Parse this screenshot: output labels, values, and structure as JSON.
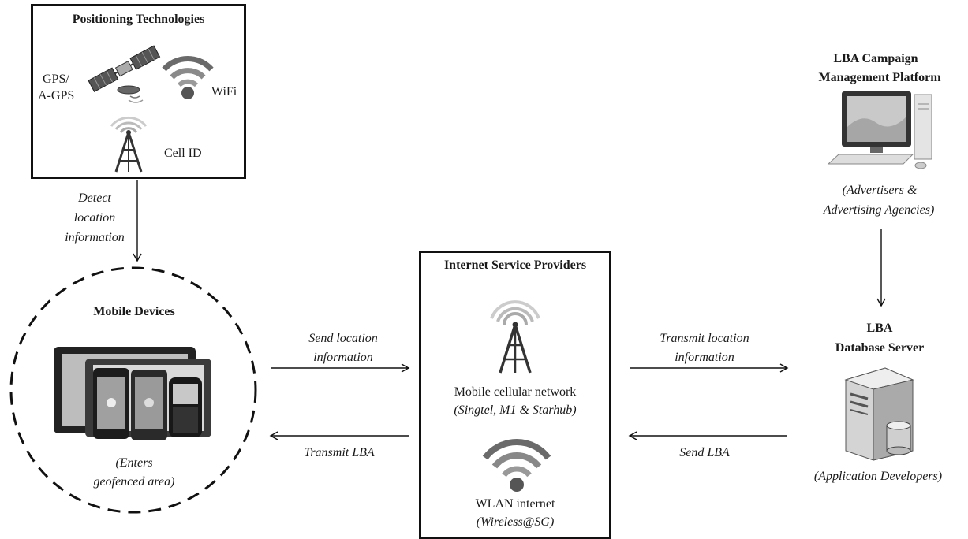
{
  "positioning": {
    "title": "Positioning Technologies",
    "gps_line1": "GPS/",
    "gps_line2": "A-GPS",
    "wifi": "WiFi",
    "cell_id": "Cell ID"
  },
  "detect": {
    "line1": "Detect",
    "line2": "location",
    "line3": "information"
  },
  "mobile": {
    "title": "Mobile Devices",
    "caption1": "(Enters",
    "caption2": "geofenced area)"
  },
  "send_location": {
    "line1": "Send location",
    "line2": "information"
  },
  "transmit_lba": "Transmit LBA",
  "isp": {
    "title": "Internet Service Providers",
    "cellular": "Mobile cellular network",
    "cellular_providers": "(Singtel, M1 & Starhub)",
    "wlan": "WLAN internet",
    "wlan_provider": "(Wireless@SG)"
  },
  "transmit_location": {
    "line1": "Transmit location",
    "line2": "information"
  },
  "send_lba": "Send LBA",
  "campaign": {
    "title1": "LBA Campaign",
    "title2": "Management Platform",
    "caption1": "(Advertisers &",
    "caption2": "Advertising Agencies)"
  },
  "database": {
    "title1": "LBA",
    "title2": "Database Server",
    "caption": "(Application Developers)"
  },
  "icons": [
    "satellite-icon",
    "wifi-icon",
    "cell-tower-icon",
    "tablet-phones-icon",
    "desktop-computer-icon",
    "server-icon"
  ],
  "colors": {
    "line": "#111111",
    "icon_dark": "#333333",
    "icon_mid": "#888888",
    "icon_light": "#cfcfcf"
  }
}
